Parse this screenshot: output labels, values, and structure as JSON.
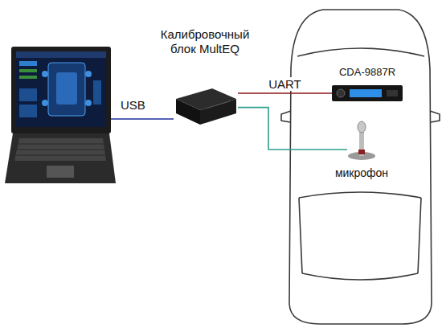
{
  "diagram": {
    "nodes": [
      {
        "text": [
          "Калибровочный блок MultEQ"
        ]
      },
      {
        "text": [
          "CDA-9887R"
        ]
      },
      {
        "text": [
          "микрофон"
        ]
      }
    ],
    "edges": [
      {
        "from": 0,
        "to": 1,
        "arrow": "none",
        "label": "UART"
      },
      {
        "from": 0,
        "to": 2,
        "arrow": "none"
      }
    ],
    "labels": [
      "USB"
    ]
  }
}
